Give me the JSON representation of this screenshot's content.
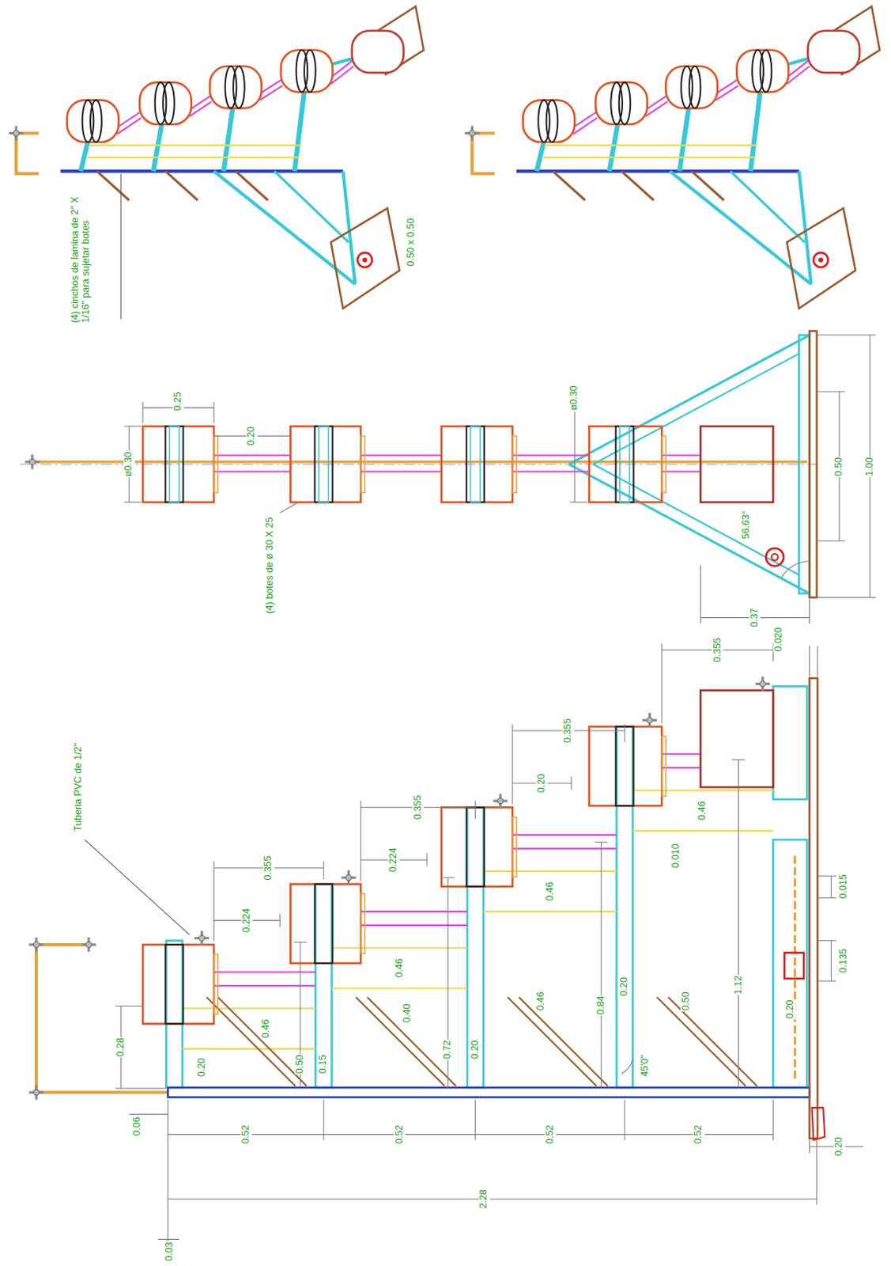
{
  "diagram": {
    "labels": [
      "(4) cinchos de lamina de 2\" X 1/16\" para sujetar botes",
      "0.50 x 0.50",
      "0.25",
      "ø0.30",
      "0.20",
      "(4) botes de ø 30 X 25",
      "ø0.30",
      "56.63°",
      "0.37",
      "0.50",
      "1.00",
      "Tuberia PVC de 1/2\"",
      "0.355",
      "0.224",
      "0.355",
      "0.224",
      "0.355",
      "0.20",
      "0.355",
      "0.020",
      "0.28",
      "0.20",
      "0.46",
      "0.50",
      "0.15",
      "0.40",
      "0.46",
      "0.72",
      "0.20",
      "0.46",
      "0.46",
      "0.84",
      "0.20",
      "0.50",
      "45'0\"",
      "0.010",
      "0.46",
      "1.12",
      "0.20",
      "0.015",
      "0.135",
      "0.06",
      "0.52",
      "0.52",
      "0.52",
      "0.52",
      "0.20",
      "2.28",
      "0.03"
    ]
  }
}
